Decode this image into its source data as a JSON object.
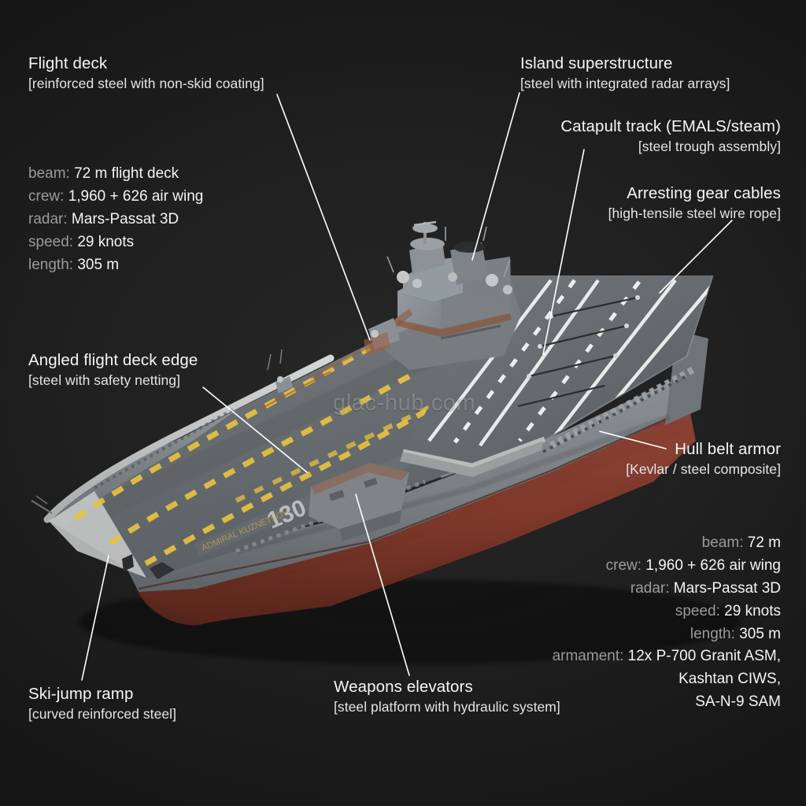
{
  "scene": {
    "background_color": "#1f1f1f",
    "subject": "aircraft carrier cutaway annotation render",
    "hull_number": "130",
    "watermark": "glac-hub.com",
    "leader_line_color": "#ffffff",
    "deck_color": "#6d7276",
    "hull_side_color": "#7c8186",
    "hull_bottom_color": "#7a3a2e",
    "marking_yellow": "#e8c23f",
    "marking_white": "#f0f0ee"
  },
  "callouts": [
    {
      "id": "flight-deck",
      "title": "Flight deck",
      "material": "[reinforced steel with non-skid coating]"
    },
    {
      "id": "island-superstructure",
      "title": "Island superstructure",
      "material": "[steel with integrated radar arrays]"
    },
    {
      "id": "catapult-track",
      "title": "Catapult track (EMALS/steam)",
      "material": "[steel trough assembly]"
    },
    {
      "id": "arresting-gear-cables",
      "title": "Arresting gear cables",
      "material": "[high-tensile steel wire rope]"
    },
    {
      "id": "angled-flight-deck-edge",
      "title": "Angled flight deck edge",
      "material": "[steel with safety netting]"
    },
    {
      "id": "hull-belt-armor",
      "title": "Hull belt armor",
      "material": "[Kevlar / steel composite]"
    },
    {
      "id": "weapons-elevators",
      "title": "Weapons elevators",
      "material": "[steel platform with hydraulic system]"
    },
    {
      "id": "ski-jump-ramp",
      "title": "Ski-jump ramp",
      "material": "[curved reinforced steel]"
    }
  ],
  "specs_left": [
    {
      "key": "beam:",
      "value": "72 m flight deck"
    },
    {
      "key": "crew:",
      "value": "1,960 + 626 air wing"
    },
    {
      "key": "radar:",
      "value": "Mars-Passat 3D"
    },
    {
      "key": "speed:",
      "value": "29 knots"
    },
    {
      "key": "length:",
      "value": "305 m"
    }
  ],
  "specs_right": [
    {
      "key": "beam:",
      "value": "72 m"
    },
    {
      "key": "crew:",
      "value": "1,960 + 626 air wing"
    },
    {
      "key": "radar:",
      "value": "Mars-Passat 3D"
    },
    {
      "key": "speed:",
      "value": "29 knots"
    },
    {
      "key": "length:",
      "value": "305 m"
    },
    {
      "key": "armament:",
      "value": "12x P-700 Granit ASM,"
    }
  ],
  "specs_right_continuation": [
    "Kashtan CIWS,",
    "SA-N-9 SAM"
  ]
}
